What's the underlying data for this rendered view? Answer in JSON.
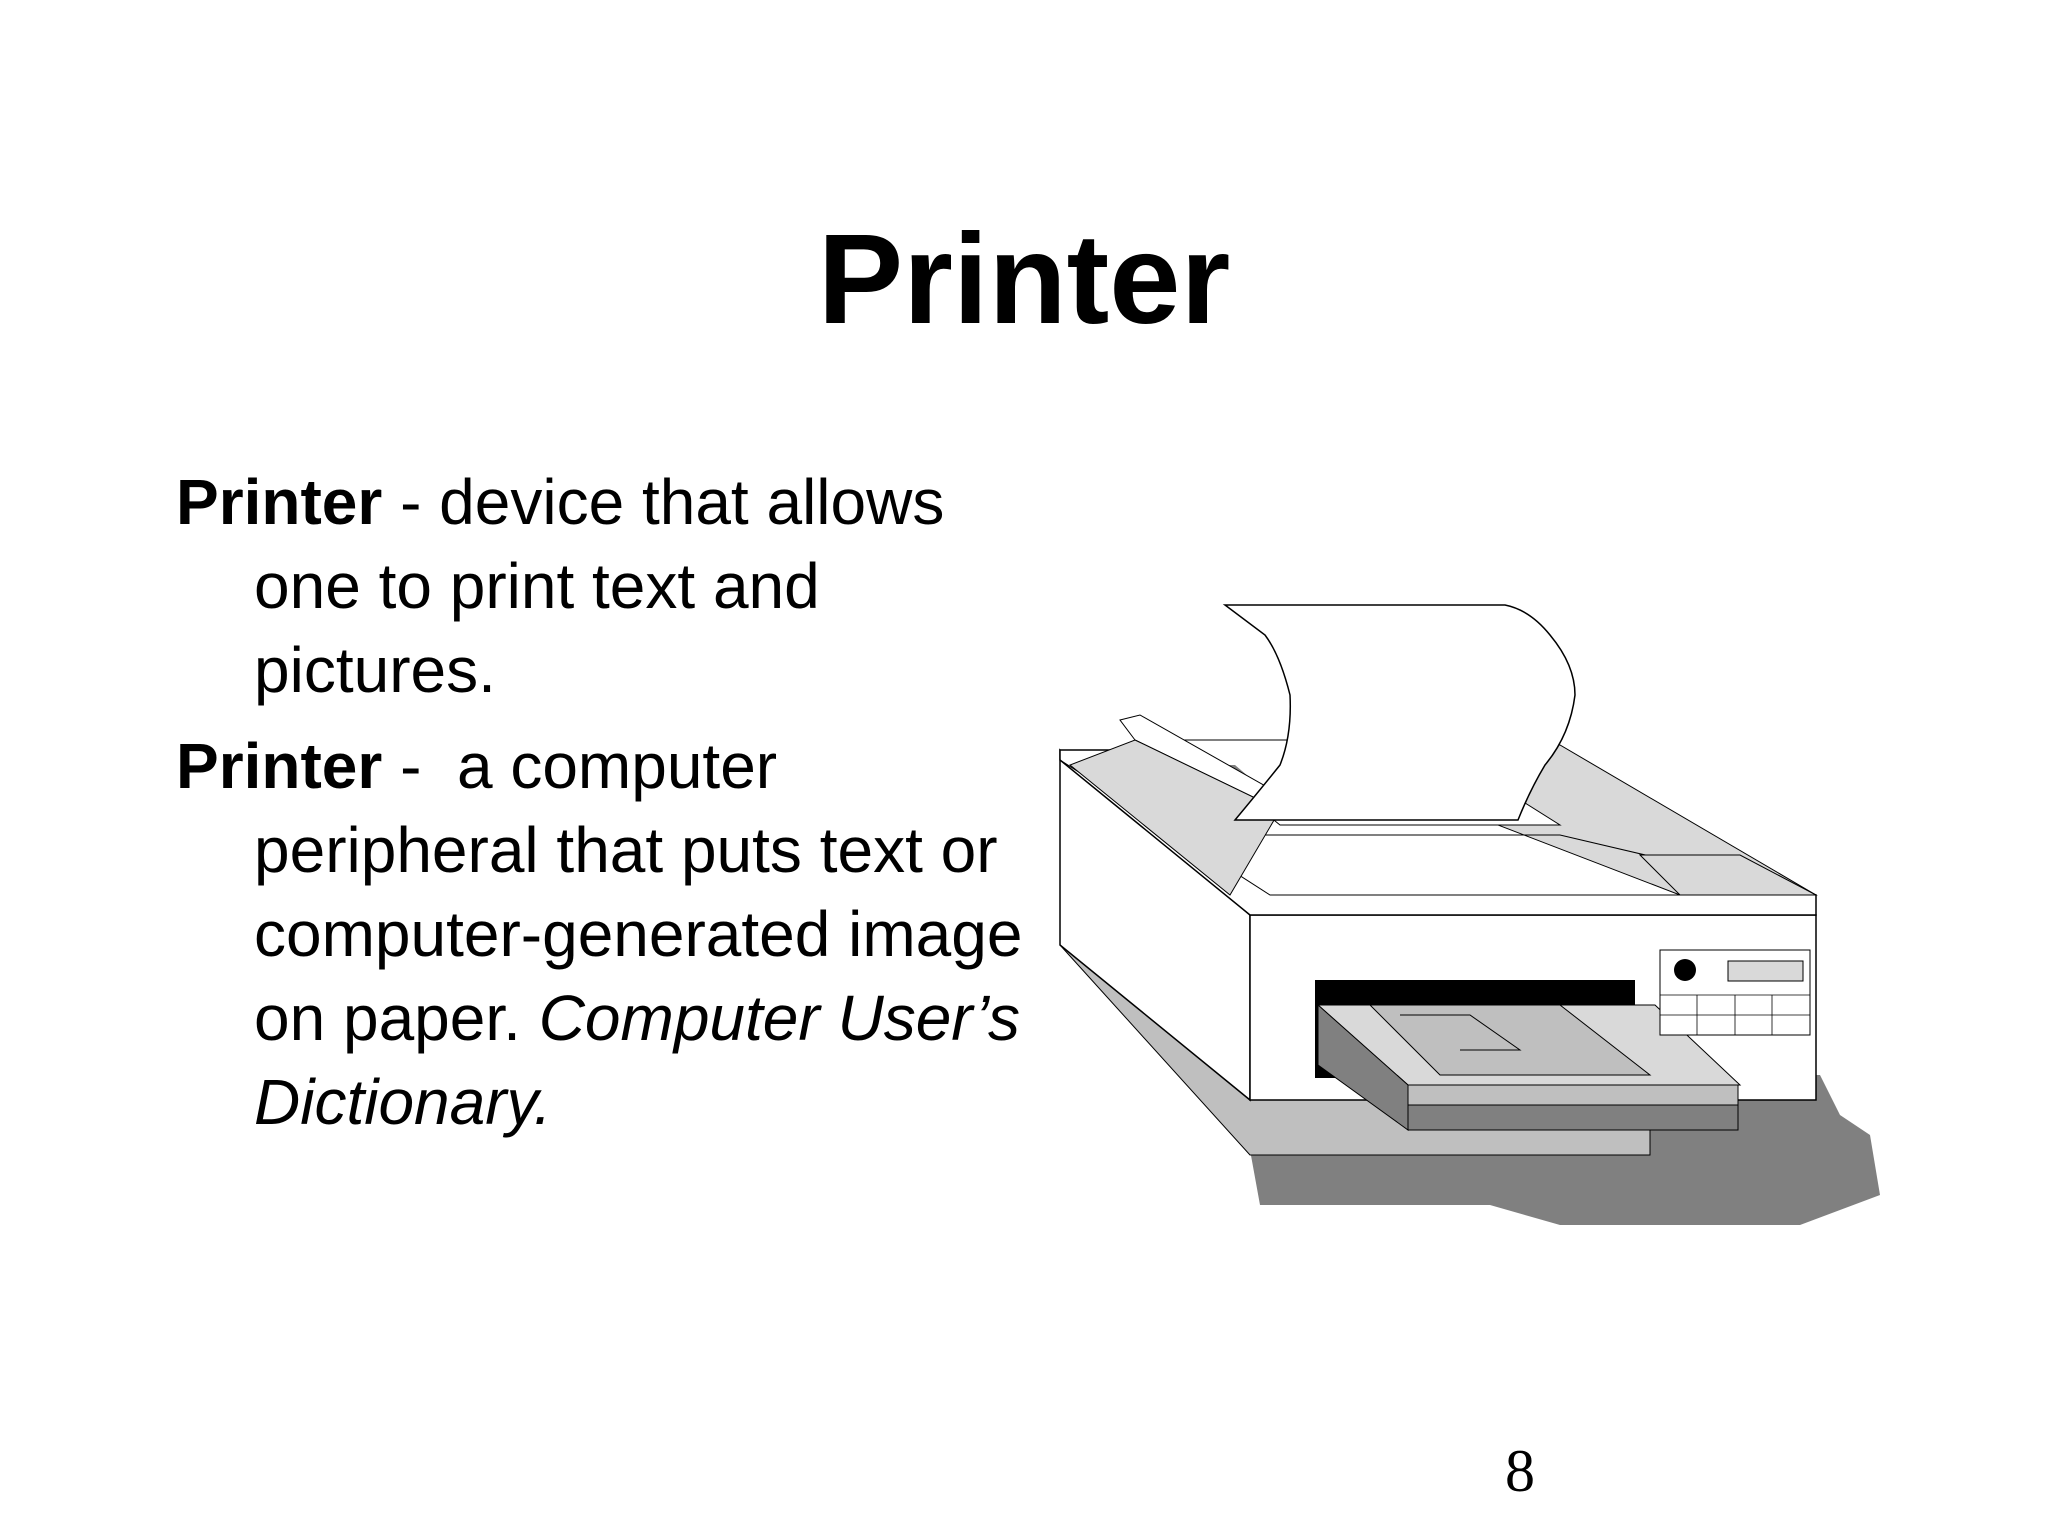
{
  "slide": {
    "title": "Printer",
    "definitions": [
      {
        "term": "Printer",
        "separator": " - ",
        "text": "device that allows one to print text and pictures."
      },
      {
        "term": "Printer",
        "separator": " -  ",
        "text": "a computer peripheral that puts text or computer-generated image on paper. ",
        "source": "Computer User’s Dictionary."
      }
    ],
    "page_number": "8"
  },
  "illustration": {
    "icon": "printer-icon",
    "colors": {
      "outline": "#000000",
      "paper": "#ffffff",
      "light_gray": "#d9d9d9",
      "mid_gray": "#bfbfbf",
      "dark_gray": "#808080",
      "slot": "#000000"
    }
  }
}
